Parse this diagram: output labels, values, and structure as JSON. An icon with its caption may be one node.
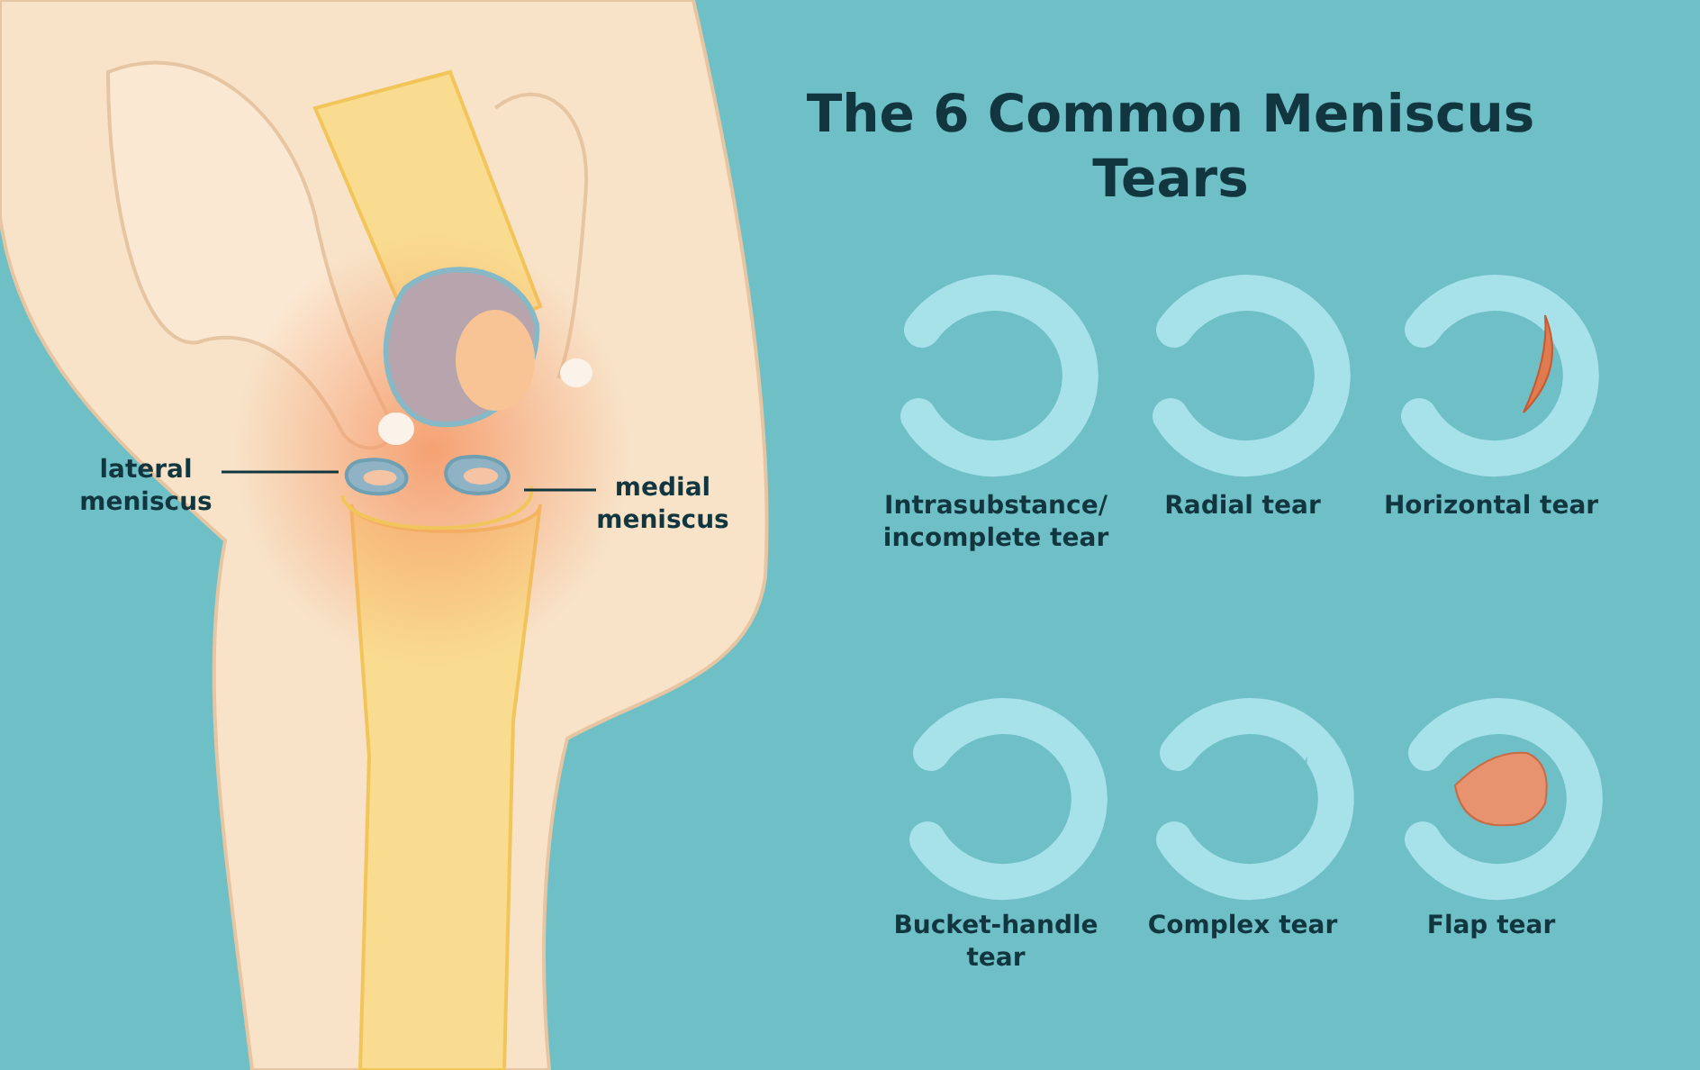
{
  "diagram": {
    "title": "The 6 Common Meniscus Tears",
    "nodes": [
      {
        "text": [
          "lateral meniscus"
        ]
      },
      {
        "text": [],
        "shape": "picture"
      },
      {
        "text": [
          "medial meniscus"
        ]
      },
      {
        "text": [],
        "shape": "picture"
      }
    ],
    "edges": [
      {
        "from": 0,
        "to": 1,
        "arrow": "none"
      },
      {
        "from": 2,
        "to": 3,
        "arrow": "none"
      }
    ],
    "labels": [
      "Intrasubstance/ incomplete tear",
      "Radial tear",
      "Horizontal tear",
      "Bucket-handle tear",
      "Complex tear",
      "Flap tear"
    ]
  }
}
